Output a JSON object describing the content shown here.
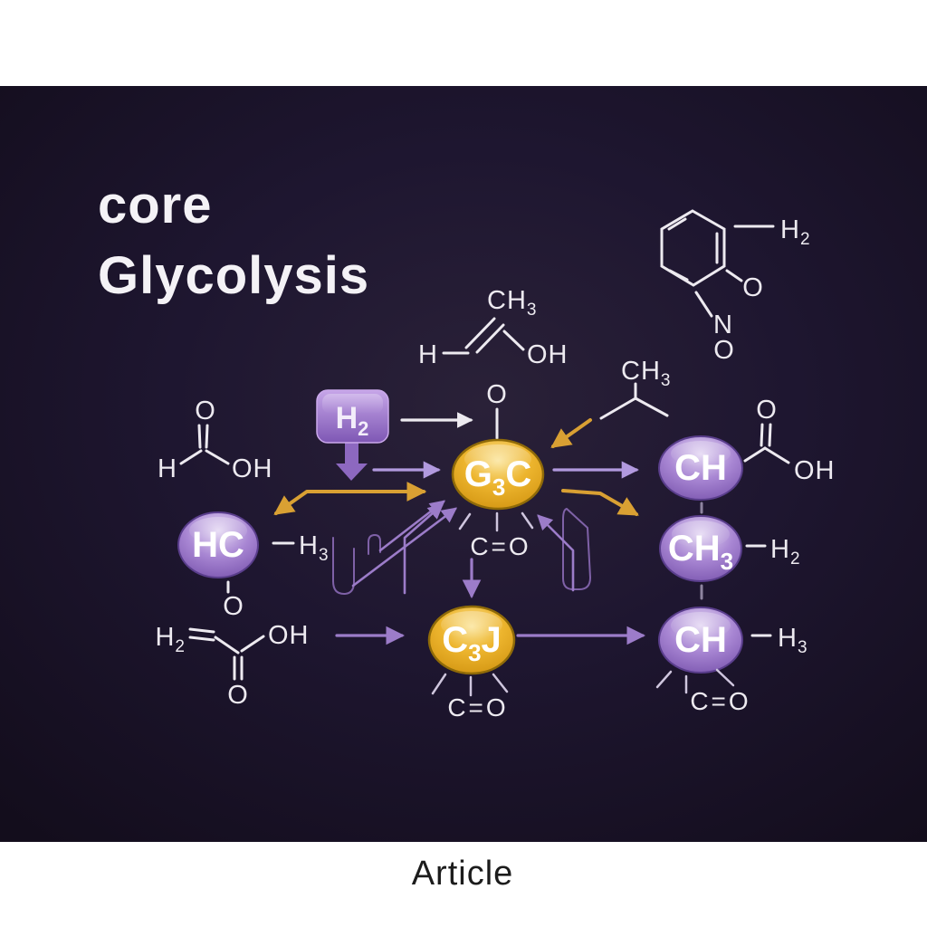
{
  "title": {
    "line1": "core",
    "line2": "Glycolysis"
  },
  "footer": {
    "label": "Article"
  },
  "nodes": {
    "hc": "HC",
    "g3c": {
      "a": "G",
      "sub": "3",
      "b": "C"
    },
    "c3j": {
      "a": "C",
      "sub": "3",
      "b": "J"
    },
    "chTop": "CH",
    "ch3": {
      "a": "CH",
      "sub": "3",
      "b": ""
    },
    "chBottom": "CH",
    "h2box": {
      "a": "H",
      "sub": "2",
      "b": ""
    }
  },
  "labels": {
    "enolCh3": {
      "a": "CH",
      "sub": "3"
    },
    "enolH": "H",
    "enolOh": "OH",
    "enolO": "O",
    "formicO": "O",
    "formicH": "H",
    "formicOh": "OH",
    "acrylH2": {
      "a": "H",
      "sub": "2"
    },
    "acrylOh": "OH",
    "acrylO": "O",
    "hcO": "O",
    "hcH3": {
      "a": "H",
      "sub": "3"
    },
    "benzH2": {
      "a": "H",
      "sub": "2"
    },
    "benzO": "O",
    "benzN": "N",
    "benzO2": "O",
    "isoCh3": {
      "a": "CH",
      "sub": "3"
    },
    "carbO": "O",
    "carbOh": "OH",
    "ch3H2": {
      "a": "H",
      "sub": "2"
    },
    "chbH3": {
      "a": "H",
      "sub": "3"
    },
    "coG3c": "C=O",
    "coC3j": "C=O",
    "coChb": "C=O"
  },
  "colors": {
    "background_dark": "#171020",
    "background_light": "#2A2138",
    "gold_node": "#EDB52E",
    "purple_node": "#A886D3",
    "purple_arrow": "#9C7CC9",
    "lavender_arrow": "#B29ADF",
    "orange_arrow": "#D9A033",
    "white_line": "#EDEAF0",
    "title_text": "#F4F2F6",
    "footer_text": "#1C1C1C"
  }
}
